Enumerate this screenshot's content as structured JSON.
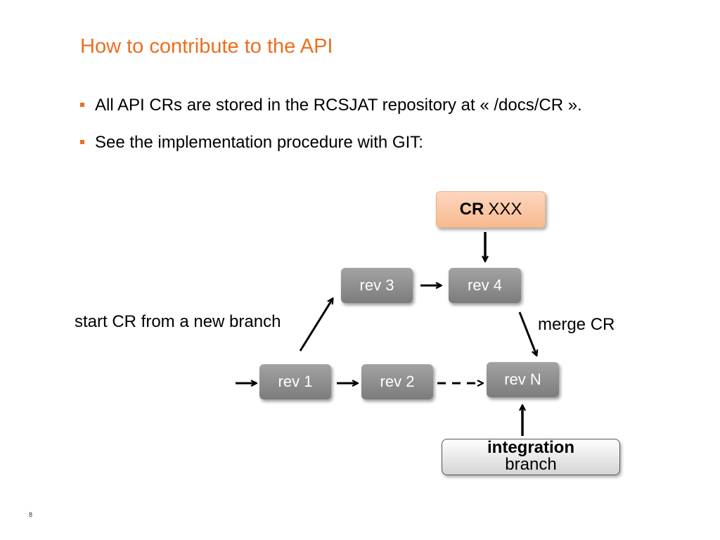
{
  "slide": {
    "title": "How to contribute to the API",
    "bullets": [
      "All API CRs are stored in the RCSJAT repository at « /docs/CR ».",
      "See the implementation procedure with GIT:"
    ],
    "page_number": "8",
    "accent_color": "#ec6e1f"
  },
  "diagram": {
    "cr_box": {
      "bold": "CR",
      "text": "XXX"
    },
    "nodes": {
      "rev1": "rev 1",
      "rev2": "rev 2",
      "rev3": "rev 3",
      "rev4": "rev 4",
      "revN": "rev N"
    },
    "integration": {
      "bold": "integration",
      "text": "branch"
    },
    "labels": {
      "start": "start CR from a new branch",
      "merge": "merge CR"
    }
  }
}
